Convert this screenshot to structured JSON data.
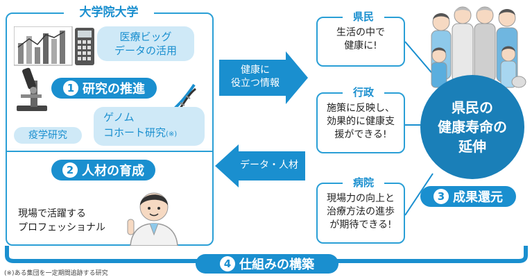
{
  "university": {
    "title": "大学院大学"
  },
  "research": {
    "bigdata_line1": "医療ビッグ",
    "bigdata_line2": "データの活用",
    "num": "1",
    "label": "研究の推進",
    "genome_line1": "ゲノム",
    "genome_line2": "コホート研究",
    "genome_note": "(※)",
    "epi": "疫学研究"
  },
  "talent": {
    "num": "2",
    "label": "人材の育成",
    "desc_line1": "現場で活躍する",
    "desc_line2": "プロフェッショナル"
  },
  "arrows": {
    "right_line1": "健康に",
    "right_line2": "役立つ情報",
    "left": "データ・人材"
  },
  "stakeholders": {
    "prefecture": {
      "title": "県民",
      "line1": "生活の中で",
      "line2": "健康に!"
    },
    "administration": {
      "title": "行政",
      "line1": "施策に反映し、",
      "line2": "効果的に健康支",
      "line3": "援ができる!"
    },
    "hospital": {
      "title": "病院",
      "line1": "現場力の向上と",
      "line2": "治療方法の進歩",
      "line3": "が期待できる!"
    }
  },
  "goal": {
    "line1": "県民の",
    "line2": "健康寿命の",
    "line3": "延伸"
  },
  "results": {
    "num": "3",
    "label": "成果還元"
  },
  "system": {
    "num": "4",
    "label": "仕組みの構築"
  },
  "footnote": "(※)ある集団を一定期間追跡する研究",
  "colors": {
    "primary": "#1a8fcf",
    "light": "#cfe9f7",
    "dark": "#1a7fb8"
  }
}
